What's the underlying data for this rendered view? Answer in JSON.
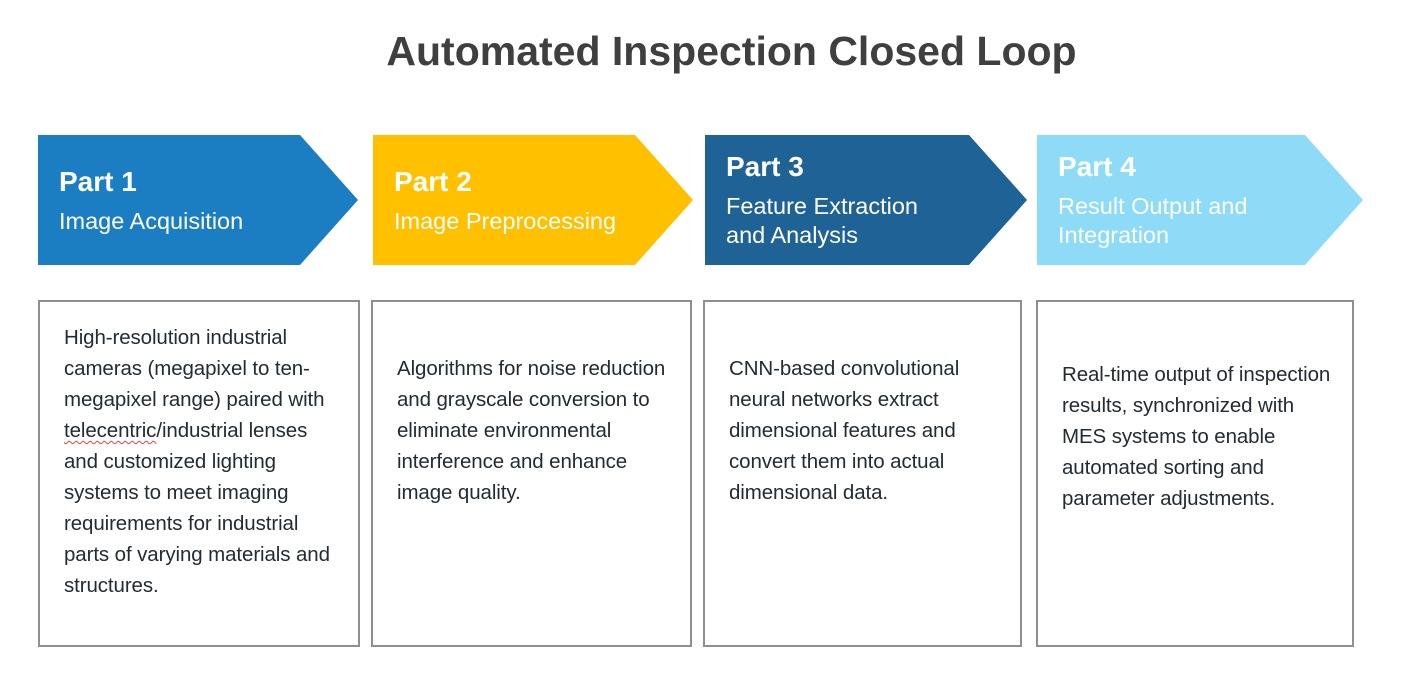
{
  "title": "Automated Inspection Closed Loop",
  "colors": {
    "title_text": "#3F3F3F",
    "card_border": "#8C9093",
    "card_text": "#232B33",
    "step_text": "#FFFFFF"
  },
  "steps": [
    {
      "part": "Part 1",
      "label": "Image Acquisition",
      "color": "#1B7EC3"
    },
    {
      "part": "Part 2",
      "label": "Image Preprocessing",
      "color": "#FFC000"
    },
    {
      "part": "Part 3",
      "label": "Feature Extraction and Analysis",
      "color": "#1F6396"
    },
    {
      "part": "Part 4",
      "label": "Result Output and Integration",
      "color": "#8EDBF7"
    }
  ],
  "cards": [
    {
      "text_before": "High-resolution industrial cameras (megapixel to ten-megapixel range) paired with ",
      "spellcheck_word": "telecentric",
      "text_after": "/industrial lenses and customized lighting systems to meet imaging requirements for industrial parts of varying materials and structures."
    },
    {
      "text": "Algorithms for noise reduction and grayscale conversion to eliminate environmental interference and enhance image quality."
    },
    {
      "text": "CNN-based convolutional neural networks extract dimensional features and convert them into actual dimensional data."
    },
    {
      "text": "Real-time output of inspection results, synchronized with MES systems to enable automated sorting and parameter adjustments."
    }
  ]
}
